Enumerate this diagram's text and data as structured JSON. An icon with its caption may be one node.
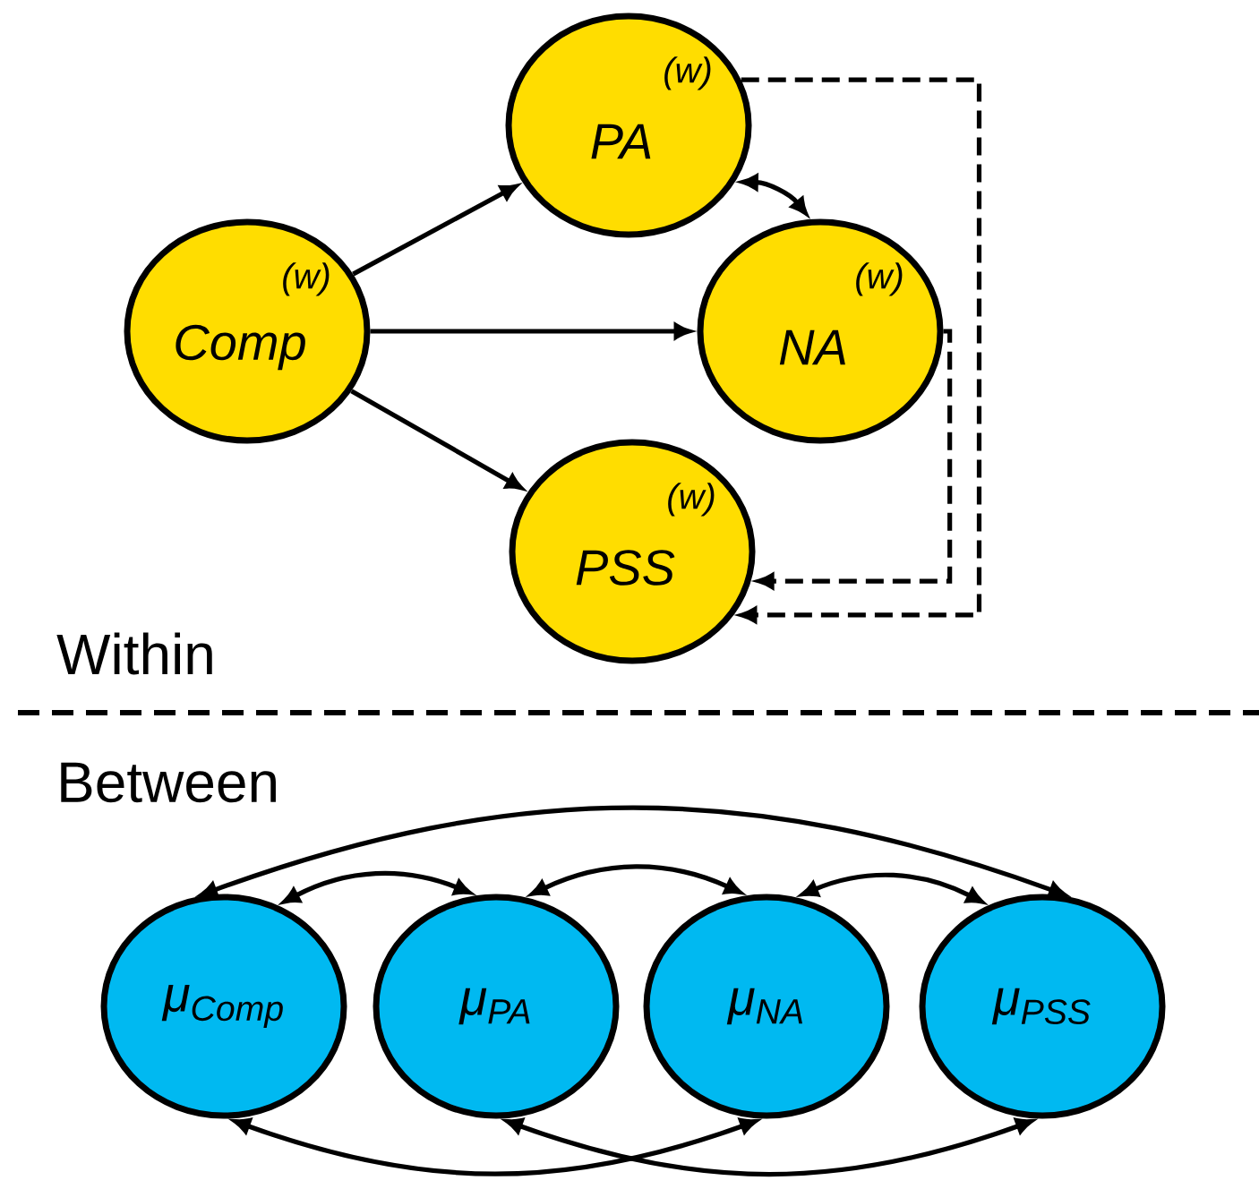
{
  "diagram": {
    "nodes": [
      {
        "text": [
          "(w)",
          "Comp"
        ]
      },
      {
        "text": [
          "(w)",
          "PA"
        ]
      },
      {
        "text": [
          "(w)",
          "NA"
        ]
      },
      {
        "text": [
          "(w)",
          "PSS"
        ]
      },
      {
        "text": [
          "μ$_{Comp}$"
        ]
      },
      {
        "text": [
          "μ$_{PA}$"
        ]
      },
      {
        "text": [
          "μ$_{NA}$"
        ]
      },
      {
        "text": [
          "μ$_{PSS}$"
        ]
      }
    ],
    "edges": [
      {
        "from": 0,
        "to": 1,
        "arrow": "to"
      },
      {
        "from": 0,
        "to": 2,
        "arrow": "to"
      },
      {
        "from": 0,
        "to": 3,
        "arrow": "to"
      },
      {
        "from": 1,
        "to": 2,
        "arrow": "both"
      },
      {
        "from": 1,
        "to": 3,
        "arrow": "to",
        "style": "dashed"
      },
      {
        "from": 2,
        "to": 3,
        "arrow": "to",
        "style": "dashed"
      },
      {
        "from": 4,
        "to": 5,
        "arrow": "both"
      },
      {
        "from": 5,
        "to": 6,
        "arrow": "both"
      },
      {
        "from": 6,
        "to": 7,
        "arrow": "both"
      },
      {
        "from": 4,
        "to": 7,
        "arrow": "both"
      },
      {
        "from": 4,
        "to": 6,
        "arrow": "both"
      },
      {
        "from": 5,
        "to": 7,
        "arrow": "both"
      }
    ],
    "labels": [
      "Within",
      "Between"
    ]
  }
}
